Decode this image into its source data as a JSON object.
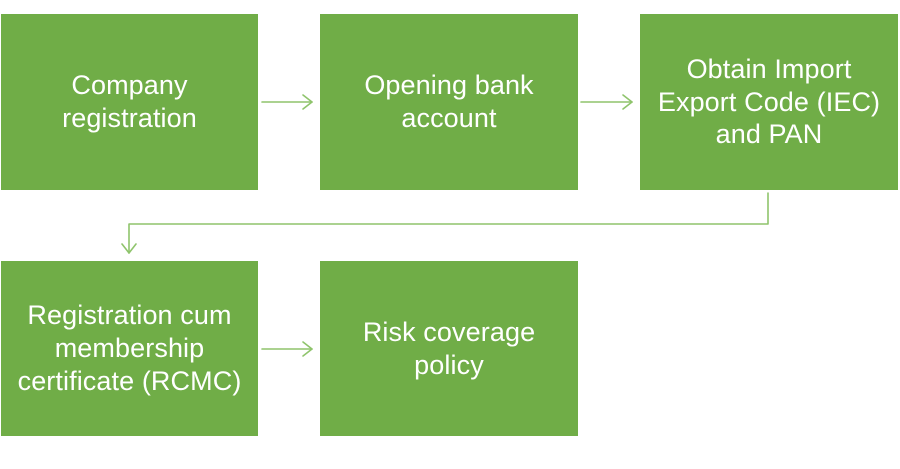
{
  "diagram": {
    "steps": [
      {
        "label": "Company\nregistration"
      },
      {
        "label": "Opening bank\naccount"
      },
      {
        "label": "Obtain Import\nExport Code (IEC)\nand PAN"
      },
      {
        "label": "Registration cum\nmembership\ncertificate (RCMC)"
      },
      {
        "label": "Risk coverage\npolicy"
      }
    ],
    "connections": [
      {
        "from": 1,
        "to": 2
      },
      {
        "from": 2,
        "to": 3
      },
      {
        "from": 3,
        "to": 4
      },
      {
        "from": 4,
        "to": 5
      }
    ],
    "colors": {
      "box_fill": "#70ad47",
      "text": "#ffffff",
      "arrow": "#8fc46c",
      "background": "#ffffff"
    }
  }
}
